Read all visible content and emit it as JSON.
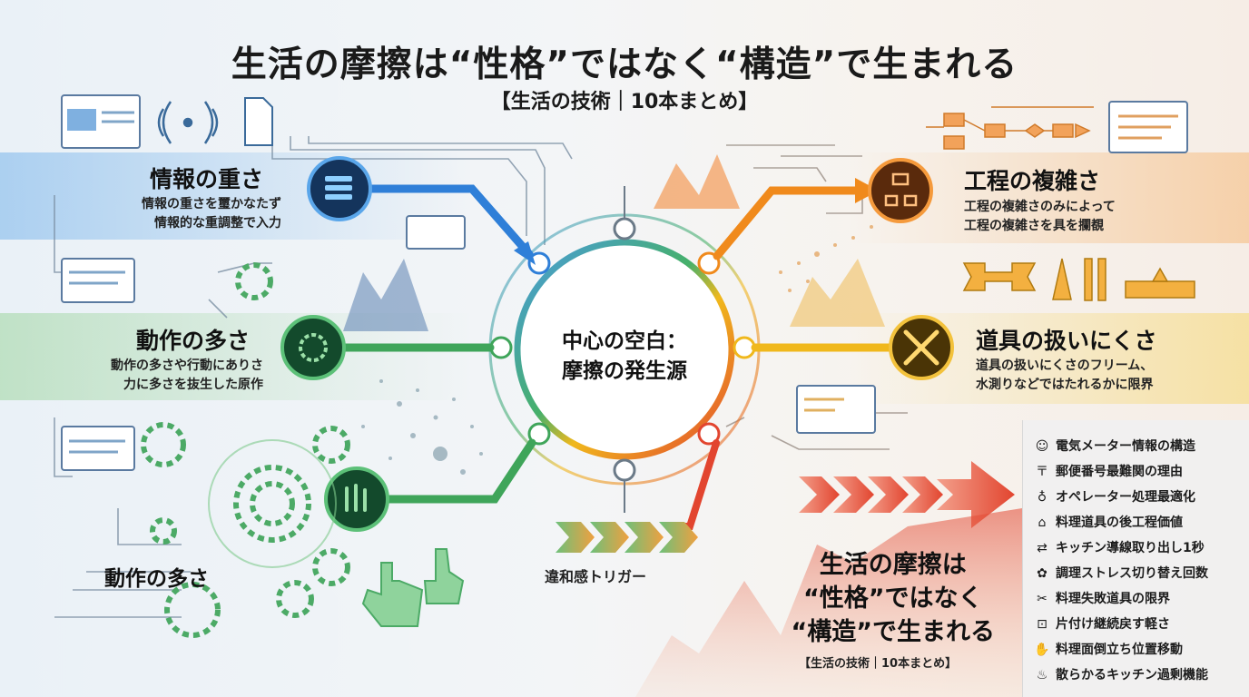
{
  "header": {
    "title": "生活の摩擦は“性格”ではなく“構造”で生まれる",
    "subtitle": "【生活の技術｜10本まとめ】"
  },
  "center": {
    "line1": "中心の空白：",
    "line2": "摩擦の発生源"
  },
  "factors": {
    "info": {
      "heading": "情報の重さ",
      "desc1": "情報の重さを璽かなたず",
      "desc2": "情報的な重調整で入力"
    },
    "action": {
      "heading": "動作の多さ",
      "desc1": "動作の多さや行動にありさ",
      "desc2": "力に多さを抜生した原作"
    },
    "action2": {
      "heading": "動作の多さ"
    },
    "process": {
      "heading": "工程の複雑さ",
      "desc1": "工程の複雑さのみによって",
      "desc2": "工程の複雑さを具を攔覩"
    },
    "tools": {
      "heading": "道具の扱いにくさ",
      "desc1": "道具の扱いにくさのフリーム、",
      "desc2": "水測りなどではたれるかに限界"
    }
  },
  "trigger": {
    "label": "違和感トリガー"
  },
  "summary": {
    "line1": "生活の摩擦は",
    "line2": "“性格”ではなく",
    "line3": "“構造”で生まれる",
    "sub": "【生活の技術｜10本まとめ】"
  },
  "checklist": [
    {
      "icon": "meter-icon",
      "glyph": "☺",
      "label": "電気メーター情報の構造"
    },
    {
      "icon": "postal-icon",
      "glyph": "〒",
      "label": "郵便番号最難関の理由"
    },
    {
      "icon": "operator-icon",
      "glyph": "♁",
      "label": "オペレーター処理最適化"
    },
    {
      "icon": "pot-icon",
      "glyph": "⌂",
      "label": "料理道具の後工程価値"
    },
    {
      "icon": "kitchen-flow-icon",
      "glyph": "⇄",
      "label": "キッチン導線取り出し1秒"
    },
    {
      "icon": "brain-icon",
      "glyph": "✿",
      "label": "調理ストレス切り替え回数"
    },
    {
      "icon": "knife-icon",
      "glyph": "✂",
      "label": "料理失敗道具の限界"
    },
    {
      "icon": "cleanup-icon",
      "glyph": "⊡",
      "label": "片付け継続戻す軽さ"
    },
    {
      "icon": "move-icon",
      "glyph": "✋",
      "label": "料理面倒立ち位置移動"
    },
    {
      "icon": "chef-icon",
      "glyph": "♨",
      "label": "散らかるキッチン過剰機能"
    }
  ],
  "colors": {
    "blue": "#2f7fd8",
    "green": "#3fa55a",
    "orange": "#f08a1c",
    "yellow": "#f0b81c",
    "red": "#e2452f"
  }
}
